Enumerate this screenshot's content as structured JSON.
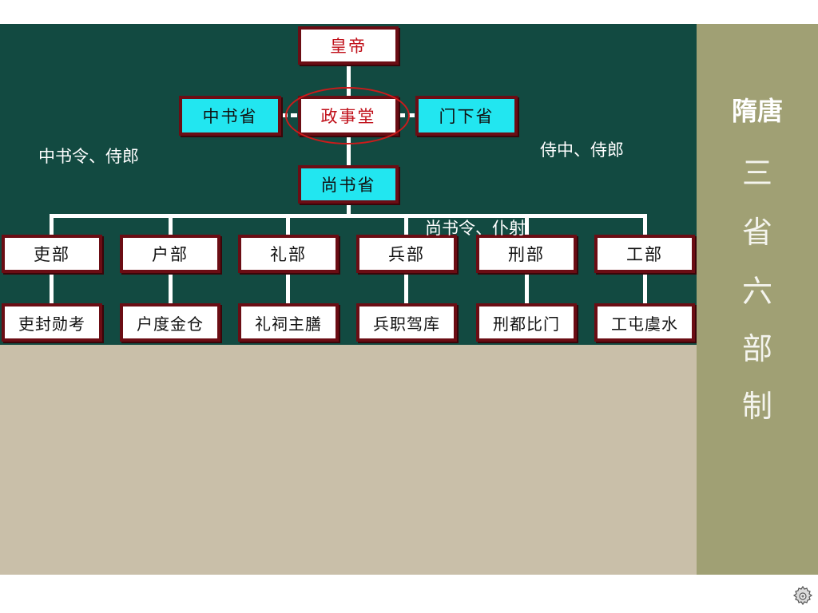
{
  "diagram": {
    "top": "皇帝",
    "central": "政事堂",
    "left_ministry": "中书省",
    "right_ministry": "门下省",
    "exec_ministry": "尚书省",
    "notes": {
      "left": "中书令、侍郎",
      "right": "侍中、侍郎",
      "exec": "尚书令、仆射"
    },
    "departments": [
      {
        "name": "吏部",
        "subs": "吏封勋考"
      },
      {
        "name": "户部",
        "subs": "户度金仓"
      },
      {
        "name": "礼部",
        "subs": "礼祠主膳"
      },
      {
        "name": "兵部",
        "subs": "兵职驾库"
      },
      {
        "name": "刑部",
        "subs": "刑都比门"
      },
      {
        "name": "工部",
        "subs": "工屯虞水"
      }
    ]
  },
  "sidebar": {
    "title": "隋唐",
    "chars": [
      "三",
      "省",
      "六",
      "部",
      "制"
    ]
  },
  "colors": {
    "dark_bg": "#124a41",
    "beige_bg": "#c9bfa9",
    "sidebar_bg": "#a0a074",
    "box_border": "#6b0d14",
    "cyan": "#22e6f0",
    "emperor_text": "#c0101a",
    "ellipse": "#cc1b1b"
  },
  "icons": {
    "corner": "gear-icon"
  }
}
